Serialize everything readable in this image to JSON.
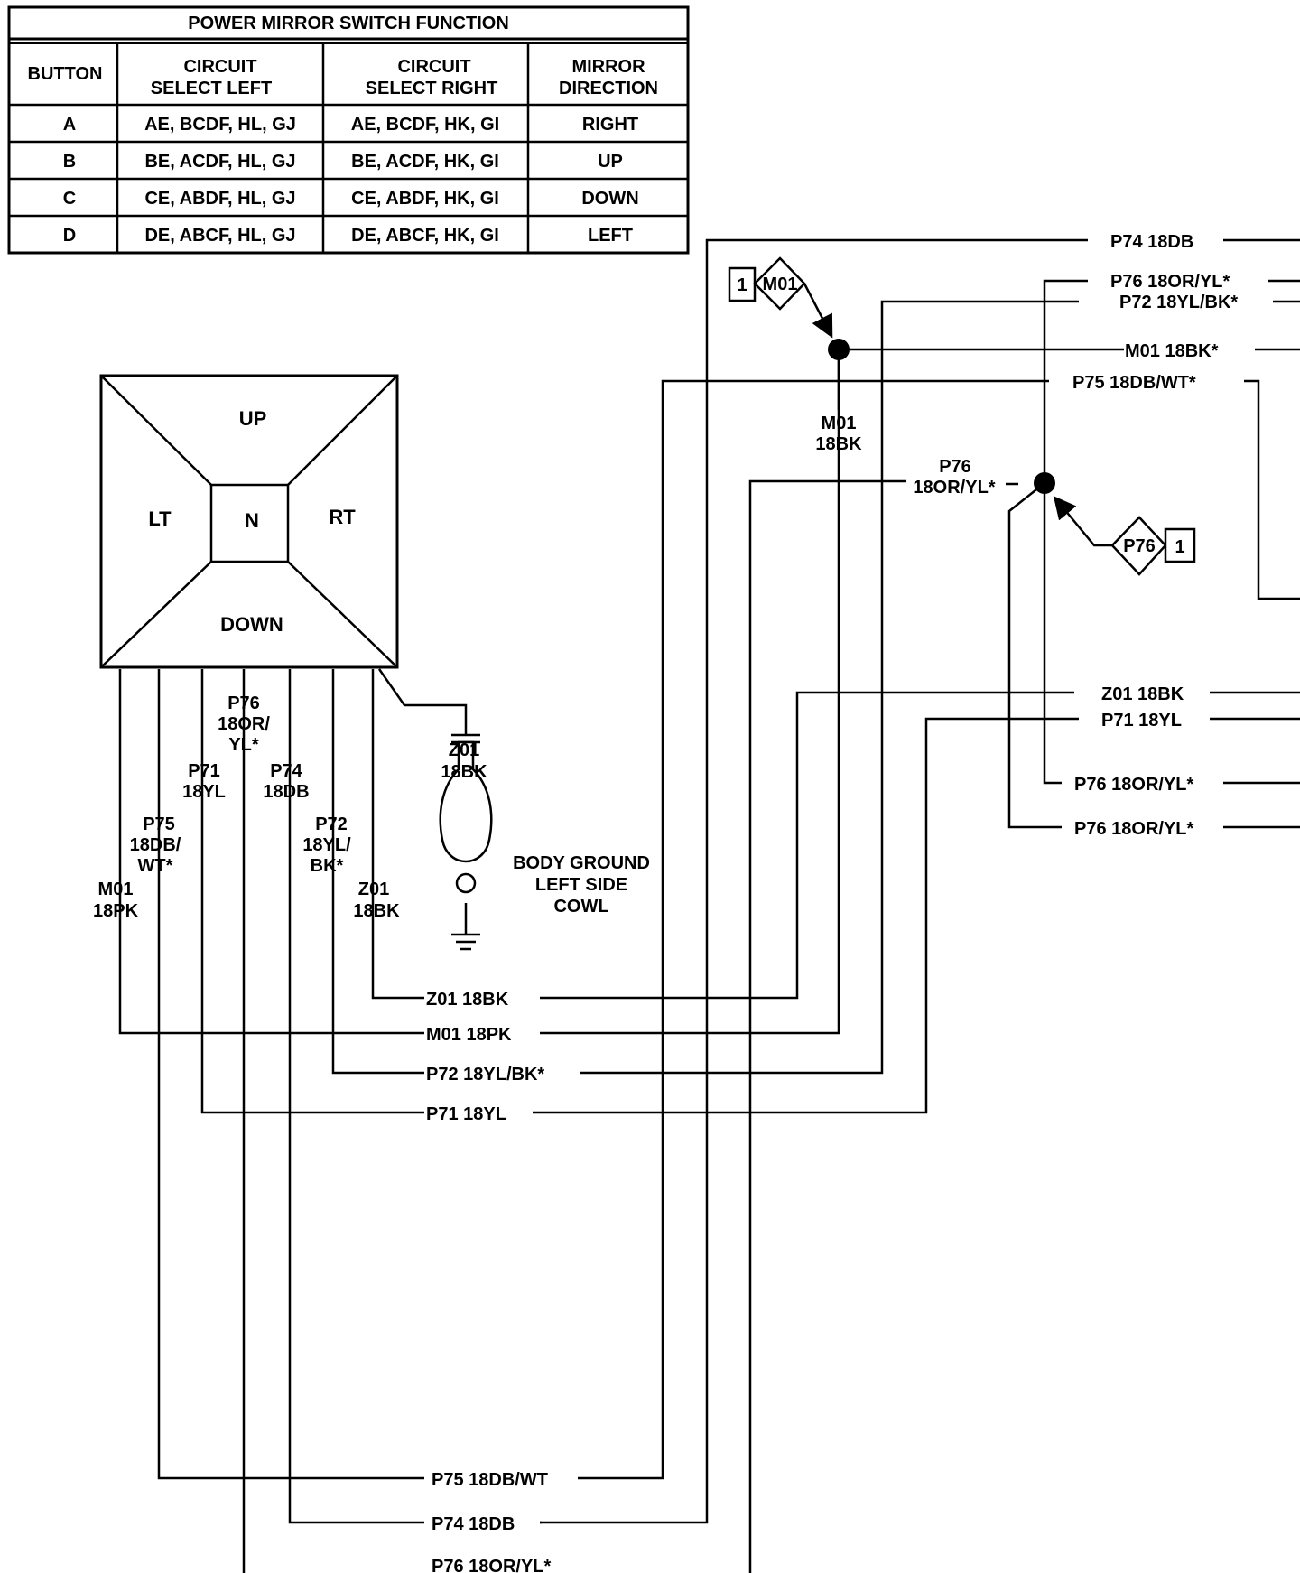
{
  "table": {
    "title": "POWER MIRROR SWITCH FUNCTION",
    "headers": [
      [
        "BUTTON"
      ],
      [
        "CIRCUIT",
        "SELECT LEFT"
      ],
      [
        "CIRCUIT",
        "SELECT RIGHT"
      ],
      [
        "MIRROR",
        "DIRECTION"
      ]
    ],
    "rows": [
      [
        "A",
        "AE, BCDF, HL, GJ",
        "AE, BCDF, HK, GI",
        "RIGHT"
      ],
      [
        "B",
        "BE, ACDF, HL, GJ",
        "BE, ACDF, HK, GI",
        "UP"
      ],
      [
        "C",
        "CE, ABDF, HL, GJ",
        "CE, ABDF, HK, GI",
        "DOWN"
      ],
      [
        "D",
        "DE, ABCF, HL, GJ",
        "DE, ABCF, HK, GI",
        "LEFT"
      ]
    ]
  },
  "switch": {
    "up": "UP",
    "lt": "LT",
    "n": "N",
    "rt": "RT",
    "down": "DOWN"
  },
  "pin_labels": {
    "p76": [
      "P76",
      "18OR/",
      "YL*"
    ],
    "p71": [
      "P71",
      "18YL"
    ],
    "p74": [
      "P74",
      "18DB"
    ],
    "p75": [
      "P75",
      "18DB/",
      "WT*"
    ],
    "p72": [
      "P72",
      "18YL/",
      "BK*"
    ],
    "m01": [
      "M01",
      "18PK"
    ],
    "z01_pin": [
      "Z01",
      "18BK"
    ],
    "z01_ground": [
      "Z01",
      "18BK"
    ]
  },
  "ground": {
    "label": [
      "BODY GROUND",
      "LEFT SIDE",
      "COWL"
    ]
  },
  "bottom_wires": {
    "z01": "Z01 18BK",
    "m01": "M01 18PK",
    "p72": "P72 18YL/BK*",
    "p71": "P71 18YL",
    "p75": "P75 18DB/WT",
    "p74": "P74 18DB",
    "p76": "P76 18OR/YL*"
  },
  "right_wires": {
    "p74": "P74 18DB",
    "p76_top": "P76 18OR/YL*",
    "p72": "P72 18YL/BK*",
    "m01": "M01 18BK*",
    "p75": "P75 18DB/WT*",
    "z01": "Z01 18BK",
    "p71": "P71 18YL",
    "p76_a": "P76 18OR/YL*",
    "p76_b": "P76 18OR/YL*"
  },
  "splices": {
    "m01_label": [
      "M01",
      "18BK"
    ],
    "p76_label": [
      "P76",
      "18OR/YL*"
    ],
    "ref_m01": {
      "num": "1",
      "name": "M01"
    },
    "ref_p76": {
      "num": "1",
      "name": "P76"
    }
  }
}
